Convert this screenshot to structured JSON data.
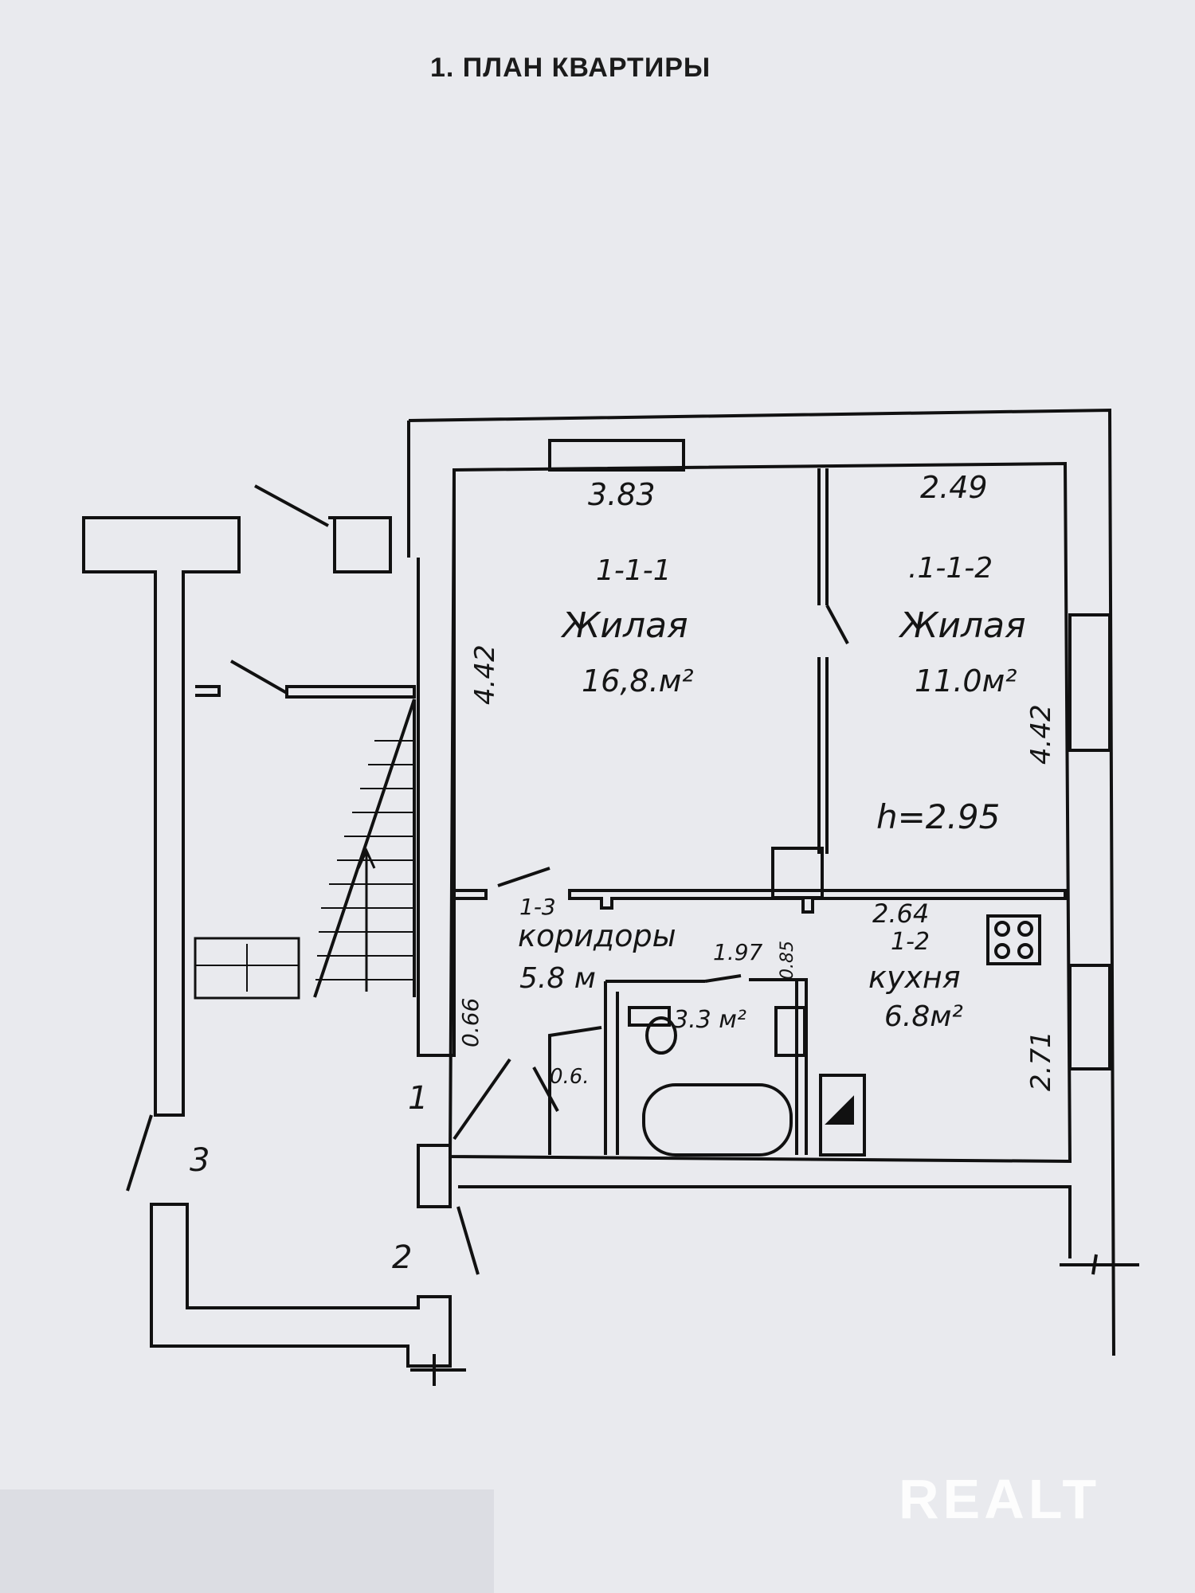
{
  "title": "1. ПЛАН КВАРТИРЫ",
  "watermark": "REALT",
  "rooms": {
    "living1": {
      "width": "3.83",
      "code": "1-1-1",
      "name": "Жилая",
      "area": "16,8.м²",
      "depth": "4.42"
    },
    "living2": {
      "width": "2.49",
      "code": ".1-1-2",
      "name": "Жилая",
      "area": "11.0м²",
      "depth": "4.42",
      "height": "h=2.95"
    },
    "corridor": {
      "code": "1-3",
      "name": "коридоры",
      "area": "5.8 м",
      "width": "0.66"
    },
    "kitchen": {
      "width": "2.64",
      "code": "1-2",
      "name": "кухня",
      "area": "6.8м²",
      "depth": "2.71"
    },
    "bath": {
      "width": "1.97",
      "width2": "0.85",
      "area": "3.3 м²"
    },
    "closet": {
      "size": "0.6."
    }
  },
  "stair_labels": {
    "door1": "1",
    "door2": "2",
    "door3": "3"
  }
}
